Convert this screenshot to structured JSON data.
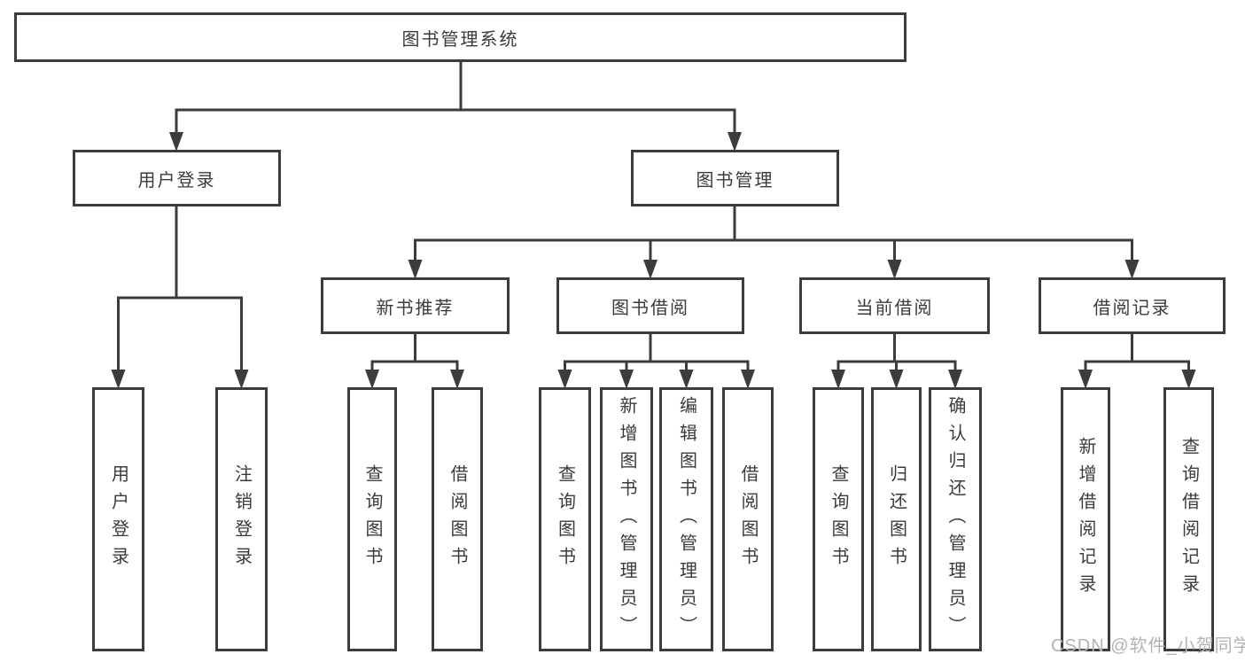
{
  "diagram_title": "图书管理系统",
  "colors": {
    "line": "#3c3c3c",
    "text": "#3b3b3b",
    "box_background": "#ffffff",
    "watermark": "#b3b3b3"
  },
  "tree": {
    "label": "图书管理系统",
    "children": [
      {
        "label": "用户登录",
        "children": [
          {
            "label": "用户登录"
          },
          {
            "label": "注销登录"
          }
        ]
      },
      {
        "label": "图书管理",
        "children": [
          {
            "label": "新书推荐",
            "children": [
              {
                "label": "查询图书"
              },
              {
                "label": "借阅图书"
              }
            ]
          },
          {
            "label": "图书借阅",
            "children": [
              {
                "label": "查询图书"
              },
              {
                "label": "新增图书（管理员）"
              },
              {
                "label": "编辑图书（管理员）"
              },
              {
                "label": "借阅图书"
              }
            ]
          },
          {
            "label": "当前借阅",
            "children": [
              {
                "label": "查询图书"
              },
              {
                "label": "归还图书"
              },
              {
                "label": "确认归还（管理员）"
              }
            ]
          },
          {
            "label": "借阅记录",
            "children": [
              {
                "label": "新增借阅记录"
              },
              {
                "label": "查询借阅记录"
              }
            ]
          }
        ]
      }
    ]
  },
  "watermark": {
    "text": "CSDN @软件_小贺同学"
  }
}
